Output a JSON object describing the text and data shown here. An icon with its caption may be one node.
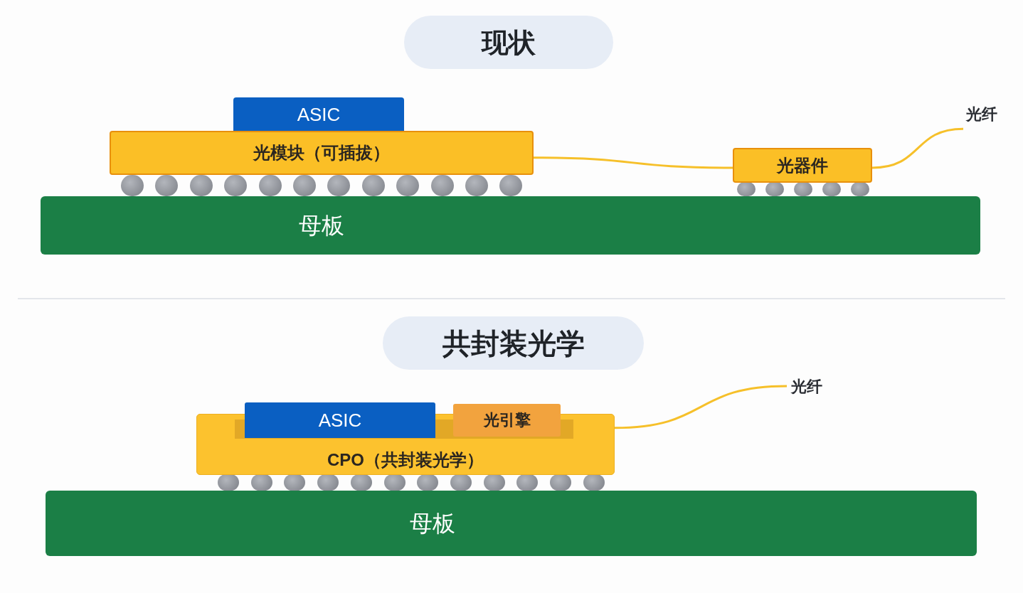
{
  "diagram": {
    "nodes": [
      {
        "text": [
          "现状"
        ]
      },
      {
        "text": [
          "ASIC"
        ]
      },
      {
        "text": [
          "光模块（可插拔）"
        ]
      },
      {
        "text": [
          "光器件"
        ]
      },
      {
        "text": [
          "母板"
        ]
      },
      {
        "text": [
          "光纤"
        ]
      },
      {
        "text": [
          "共封装光学"
        ]
      },
      {
        "text": [
          "ASIC"
        ]
      },
      {
        "text": [
          "光引擎"
        ]
      },
      {
        "text": [
          "CPO（共封装光学）"
        ]
      },
      {
        "text": [
          "母板"
        ]
      },
      {
        "text": [
          "光纤"
        ]
      }
    ],
    "edges": [
      {
        "from": 2,
        "to": 3,
        "arrow": "none"
      },
      {
        "from": 3,
        "to": 5,
        "arrow": "none"
      },
      {
        "from": 9,
        "to": 11,
        "arrow": "none"
      }
    ]
  }
}
